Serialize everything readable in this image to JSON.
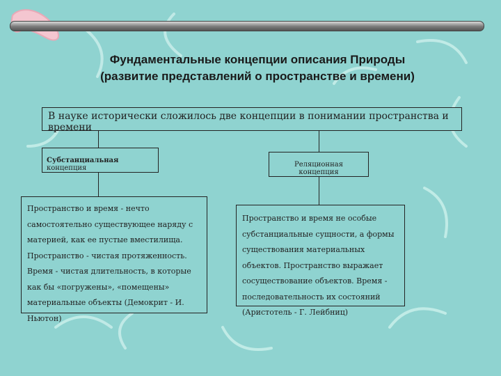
{
  "title": {
    "line1": "Фундаментальные концепции описания Природы",
    "line2": "(развитие представлений о пространстве и времени)"
  },
  "root_box": "В науке исторически сложилось две концепции в понимании пространства и времени",
  "substantial": {
    "bold": "Субстанциальная",
    "rest": " концепция"
  },
  "relational": "Реляционная концепция",
  "left_description": "Пространство и время - нечто самостоятельно существующее наряду с материей, как ее пустые вместилища. Пространство - чистая протяженность. Время - чистая длительность, в которые как бы «погружены», «помещены» материальные объекты (Демокрит - И. Ньютон)",
  "right_description": "Пространство и время не особые субстанциальные сущности, а формы существования материальных объектов. Пространство выражает сосуществование объектов. Время - последовательность их состояний (Аристотель - Г. Лейбниц)",
  "colors": {
    "background": "#8fd3d0",
    "boomerang_pale": "#c9eeea",
    "boomerang_pink": "#f4c6d0"
  }
}
